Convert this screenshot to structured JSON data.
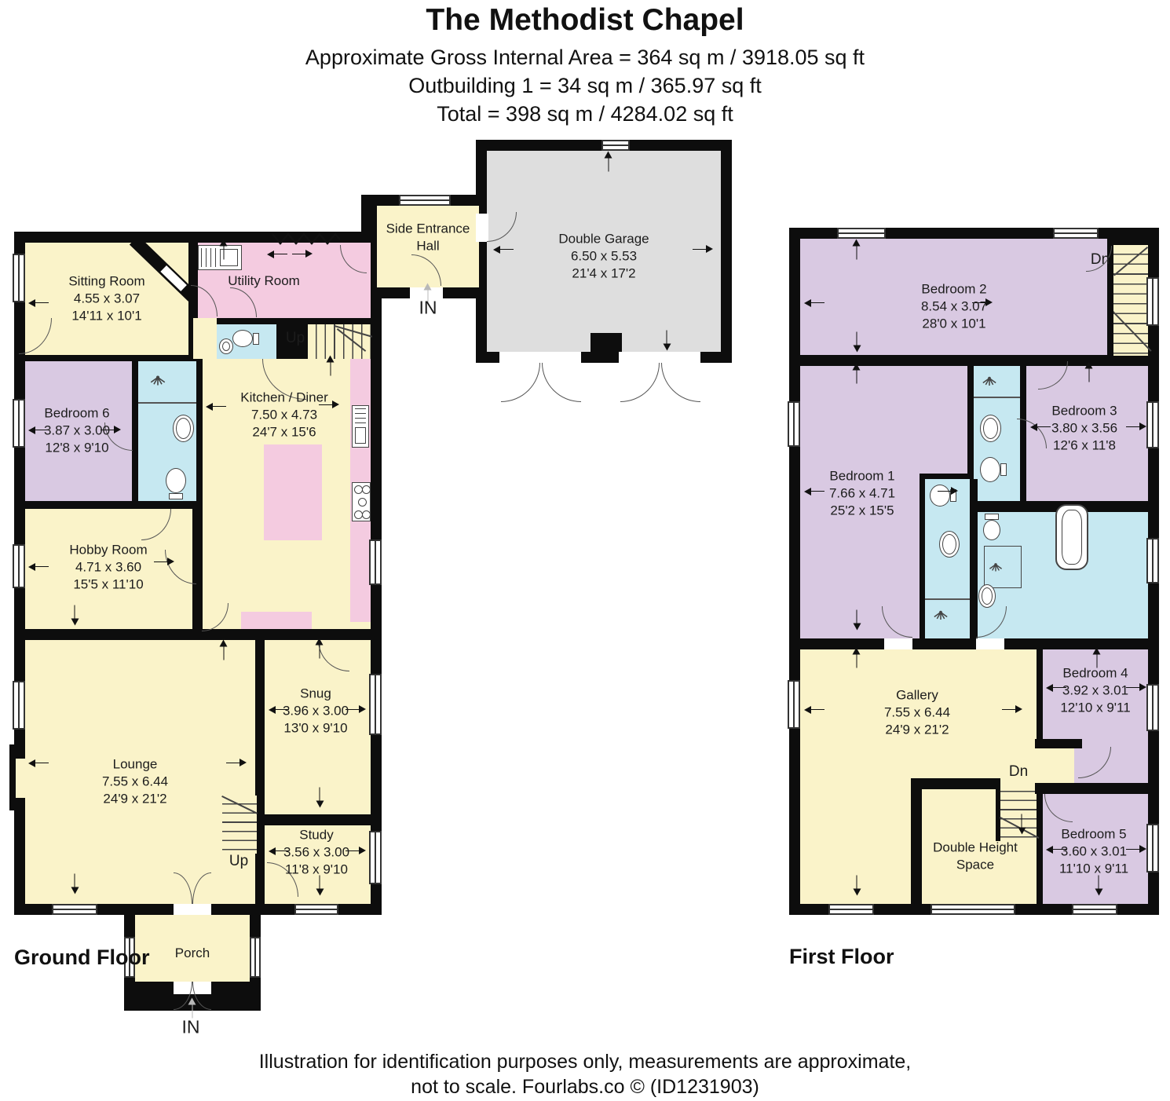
{
  "header": {
    "title": "The Methodist Chapel",
    "subtitle_lines": [
      "Approximate Gross Internal Area = 364 sq m / 3918.05 sq ft",
      "Outbuilding 1  = 34 sq m / 365.97 sq ft",
      "Total = 398 sq m / 4284.02 sq ft"
    ]
  },
  "footer": {
    "line1": "Illustration for identification purposes only, measurements are approximate,",
    "line2": "not to scale. Fourlabs.co © (ID1231903)"
  },
  "labels": {
    "up": "Up",
    "dn": "Dn",
    "in": "IN"
  },
  "ground_floor": {
    "label": "Ground Floor",
    "rooms": {
      "sitting": {
        "name": "Sitting Room",
        "metric": "4.55 x 3.07",
        "imperial": "14'11 x 10'1"
      },
      "utility": {
        "name": "Utility Room"
      },
      "side_hall": {
        "name": "Side Entrance Hall"
      },
      "garage": {
        "name": "Double Garage",
        "metric": "6.50 x 5.53",
        "imperial": "21'4 x 17'2"
      },
      "bedroom6": {
        "name": "Bedroom 6",
        "metric": "3.87 x 3.00",
        "imperial": "12'8 x 9'10"
      },
      "kitchen": {
        "name": "Kitchen / Diner",
        "metric": "7.50 x 4.73",
        "imperial": "24'7 x 15'6"
      },
      "hobby": {
        "name": "Hobby Room",
        "metric": "4.71 x 3.60",
        "imperial": "15'5 x 11'10"
      },
      "lounge": {
        "name": "Lounge",
        "metric": "7.55 x 6.44",
        "imperial": "24'9 x 21'2"
      },
      "snug": {
        "name": "Snug",
        "metric": "3.96 x 3.00",
        "imperial": "13'0 x 9'10"
      },
      "study": {
        "name": "Study",
        "metric": "3.56 x 3.00",
        "imperial": "11'8 x 9'10"
      },
      "porch": {
        "name": "Porch"
      }
    }
  },
  "first_floor": {
    "label": "First Floor",
    "rooms": {
      "bedroom1": {
        "name": "Bedroom 1",
        "metric": "7.66 x 4.71",
        "imperial": "25'2 x 15'5"
      },
      "bedroom2": {
        "name": "Bedroom 2",
        "metric": "8.54 x 3.07",
        "imperial": "28'0 x 10'1"
      },
      "bedroom3": {
        "name": "Bedroom 3",
        "metric": "3.80 x 3.56",
        "imperial": "12'6 x 11'8"
      },
      "bedroom4": {
        "name": "Bedroom 4",
        "metric": "3.92 x 3.01",
        "imperial": "12'10 x 9'11"
      },
      "bedroom5": {
        "name": "Bedroom 5",
        "metric": "3.60 x 3.01",
        "imperial": "11'10 x 9'11"
      },
      "gallery": {
        "name": "Gallery",
        "metric": "7.55 x 6.44",
        "imperial": "24'9 x 21'2"
      },
      "double_height": {
        "name": "Double Height Space"
      }
    }
  },
  "colors": {
    "room_cream": "#faf3c9",
    "room_pink": "#f4cbe0",
    "room_purple": "#d9c9e2",
    "room_blue": "#c6e8f1",
    "garage_gray": "#dedede",
    "wall_black": "#0d0d0d"
  }
}
